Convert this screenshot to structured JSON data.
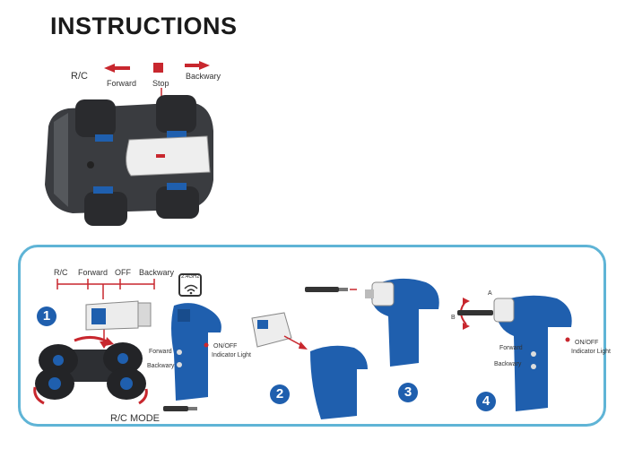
{
  "title": "INSTRUCTIONS",
  "top": {
    "rc": "R/C",
    "forward": "Forward",
    "stop": "Stop",
    "backward": "Backwary"
  },
  "panel": {
    "switch_labels": {
      "rc": "R/C",
      "forward": "Forward",
      "off": "OFF",
      "backward": "Backwary"
    },
    "wifi_label": "2.4GHz",
    "remote1": {
      "forward": "Forward",
      "backward": "Backwary",
      "onoff": "ON/OFF",
      "indicator": "Indicator Light"
    },
    "remote4": {
      "forward": "Forward",
      "backward": "Backwary",
      "onoff": "ON/OFF",
      "indicator": "Indicator Light",
      "a": "A",
      "b": "B"
    },
    "rc_mode": "R/C MODE",
    "steps": [
      "1",
      "2",
      "3",
      "4"
    ]
  },
  "colors": {
    "blue": "#1f5fae",
    "red": "#c8272e",
    "frame": "#5fb4d6"
  }
}
